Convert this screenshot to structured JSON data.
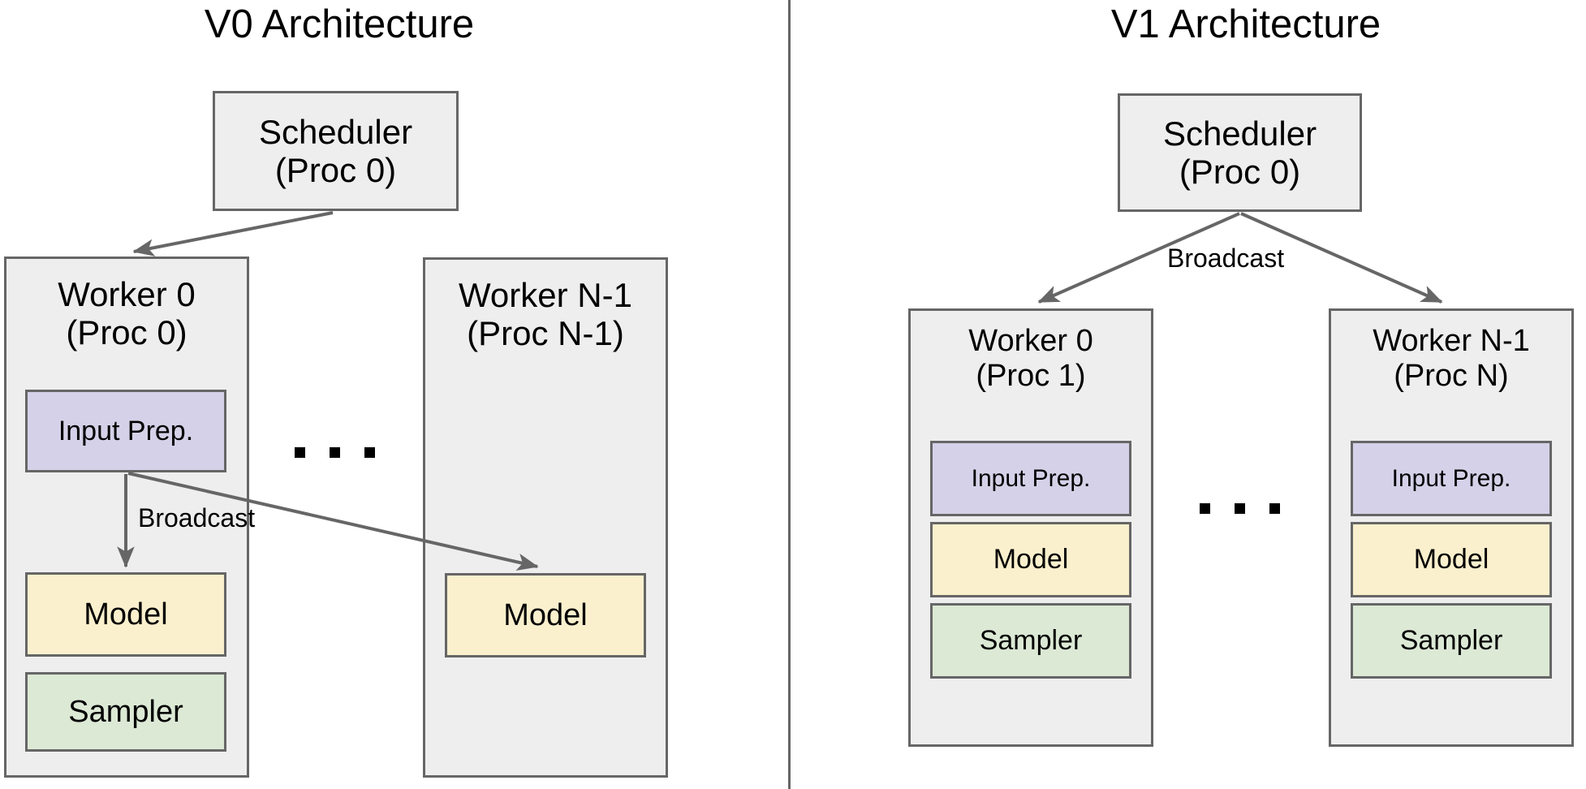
{
  "divider": {
    "color": "#666666"
  },
  "palette": {
    "container_fill": "#eeeeee",
    "input_prep_fill": "#d5d1e8",
    "model_fill": "#fbf0cd",
    "sampler_fill": "#dce9d5",
    "stroke": "#666666",
    "text": "#000000",
    "background": "#ffffff"
  },
  "v0": {
    "title": "V0 Architecture",
    "scheduler": {
      "line1": "Scheduler",
      "line2": "(Proc 0)"
    },
    "worker0": {
      "line1": "Worker 0",
      "line2": "(Proc 0)",
      "input_prep": "Input Prep.",
      "model": "Model",
      "sampler": "Sampler"
    },
    "worker_n": {
      "line1": "Worker N-1",
      "line2": "(Proc N-1)",
      "model": "Model"
    },
    "broadcast_label": "Broadcast",
    "ellipsis": "..."
  },
  "v1": {
    "title": "V1 Architecture",
    "scheduler": {
      "line1": "Scheduler",
      "line2": "(Proc 0)"
    },
    "broadcast_label": "Broadcast",
    "worker0": {
      "line1": "Worker 0",
      "line2": "(Proc 1)",
      "input_prep": "Input Prep.",
      "model": "Model",
      "sampler": "Sampler"
    },
    "worker_n": {
      "line1": "Worker N-1",
      "line2": "(Proc N)",
      "input_prep": "Input Prep.",
      "model": "Model",
      "sampler": "Sampler"
    },
    "ellipsis": "..."
  }
}
